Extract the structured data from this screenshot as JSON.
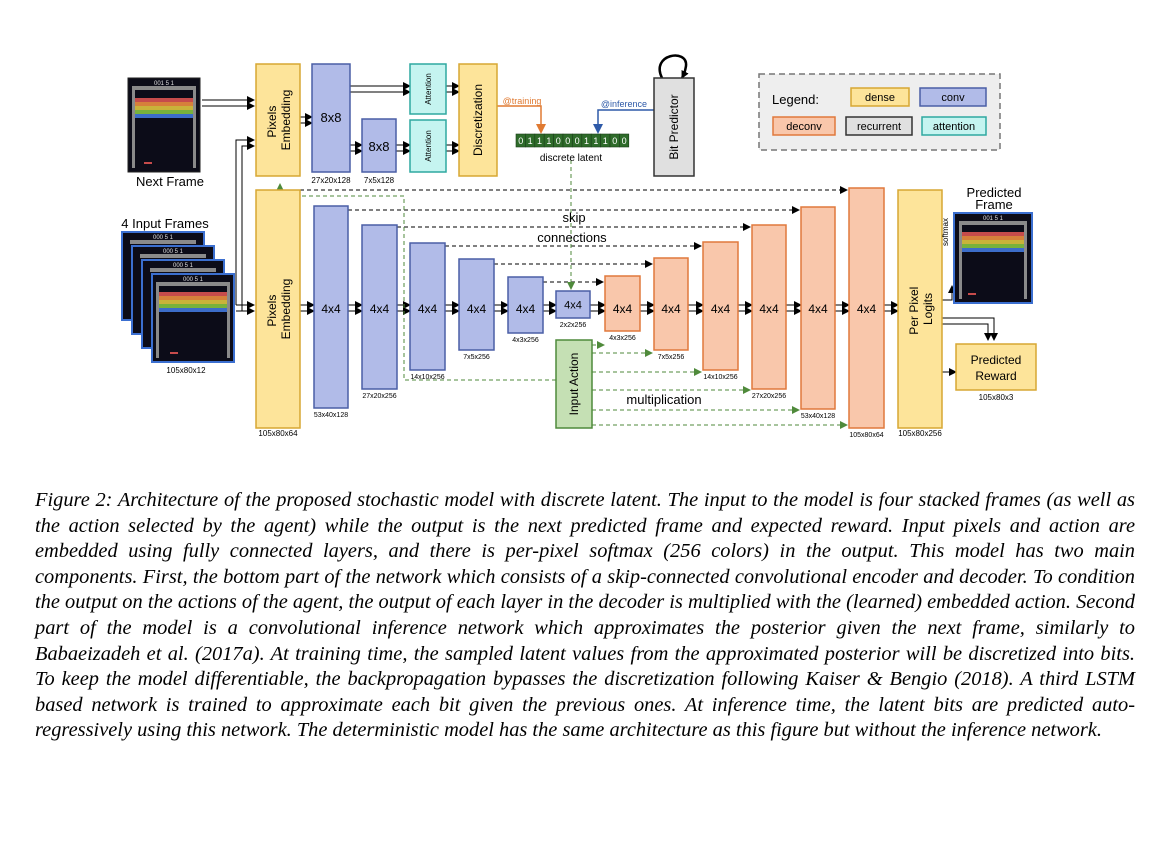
{
  "figure": {
    "inputs": {
      "next_frame": "Next Frame",
      "input_frames": "4 Input Frames",
      "input_dims": "105x80x12",
      "screen_score": "001 5 1",
      "stack_score": "000 5 1"
    },
    "embedding": {
      "top": "Pixels Embedding",
      "bottom": "Pixels Embedding",
      "bottom_dims": "105x80x64"
    },
    "inference": {
      "conv1": "8x8",
      "conv1_dims": "27x20x128",
      "conv2": "8x8",
      "conv2_dims": "7x5x128",
      "attention1": "Attention",
      "attention2": "Attention",
      "discretization": "Discretization",
      "training_tag": "@training",
      "inference_tag": "@inference",
      "bits": [
        "0",
        "1",
        "1",
        "1",
        "0",
        "0",
        "0",
        "1",
        "1",
        "1",
        "0",
        "0"
      ],
      "latent_label": "discrete latent",
      "bit_predictor": "Bit Predictor"
    },
    "encoder": [
      {
        "label": "4x4",
        "dims": "53x40x128"
      },
      {
        "label": "4x4",
        "dims": "27x20x256"
      },
      {
        "label": "4x4",
        "dims": "14x10x256"
      },
      {
        "label": "4x4",
        "dims": "7x5x256"
      },
      {
        "label": "4x4",
        "dims": "4x3x256"
      },
      {
        "label": "4x4",
        "dims": "2x2x256"
      }
    ],
    "decoder": [
      {
        "label": "4x4",
        "dims": "4x3x256"
      },
      {
        "label": "4x4",
        "dims": "7x5x256"
      },
      {
        "label": "4x4",
        "dims": "14x10x256"
      },
      {
        "label": "4x4",
        "dims": "27x20x256"
      },
      {
        "label": "4x4",
        "dims": "53x40x128"
      },
      {
        "label": "4x4",
        "dims": "105x80x64"
      }
    ],
    "skip_label_1": "skip",
    "skip_label_2": "connections",
    "multiplication": "multiplication",
    "input_action": "Input Action",
    "logits": "Per Pixel Logits",
    "logits_dims": "105x80x256",
    "softmax": "softmax",
    "predicted_frame_1": "Predicted",
    "predicted_frame_2": "Frame",
    "predicted_reward": "Predicted Reward",
    "reward_dims": "105x80x3",
    "legend": {
      "title": "Legend:",
      "dense": "dense",
      "conv": "conv",
      "deconv": "deconv",
      "recurrent": "recurrent",
      "attention": "attention"
    },
    "colors": {
      "dense_fill": "#fde49a",
      "dense_stroke": "#d7a733",
      "conv_fill": "#b1bbe8",
      "conv_stroke": "#4a5ea6",
      "deconv_fill": "#f9c7ab",
      "deconv_stroke": "#e0783c",
      "attention_fill": "#c5f4f0",
      "attention_stroke": "#2fa8a0",
      "action_fill": "#c5e0b4",
      "action_stroke": "#4f8a3b",
      "training_arrow": "#e07a32",
      "inference_arrow": "#2e5aa8",
      "action_arrow": "#4f8a3b"
    }
  },
  "caption": "Figure 2: Architecture of the proposed stochastic model with discrete latent. The input to the model is four stacked frames (as well as the action selected by the agent) while the output is the next predicted frame and expected reward. Input pixels and action are embedded using fully connected layers, and there is per-pixel softmax (256 colors) in the output. This model has two main components. First, the bottom part of the network which consists of a skip-connected convolutional encoder and decoder. To condition the output on the actions of the agent, the output of each layer in the decoder is multiplied with the (learned) embedded action. Second part of the model is a convolutional inference network which approximates the posterior given the next frame, similarly to Babaeizadeh et al. (2017a). At training time, the sampled latent values from the approximated posterior will be discretized into bits. To keep the model differentiable, the backpropagation bypasses the discretization following Kaiser & Bengio (2018). A third LSTM based network is trained to approximate each bit given the previous ones. At inference time, the latent bits are predicted auto-regressively using this network. The deterministic model has the same architecture as this figure but without the inference network."
}
